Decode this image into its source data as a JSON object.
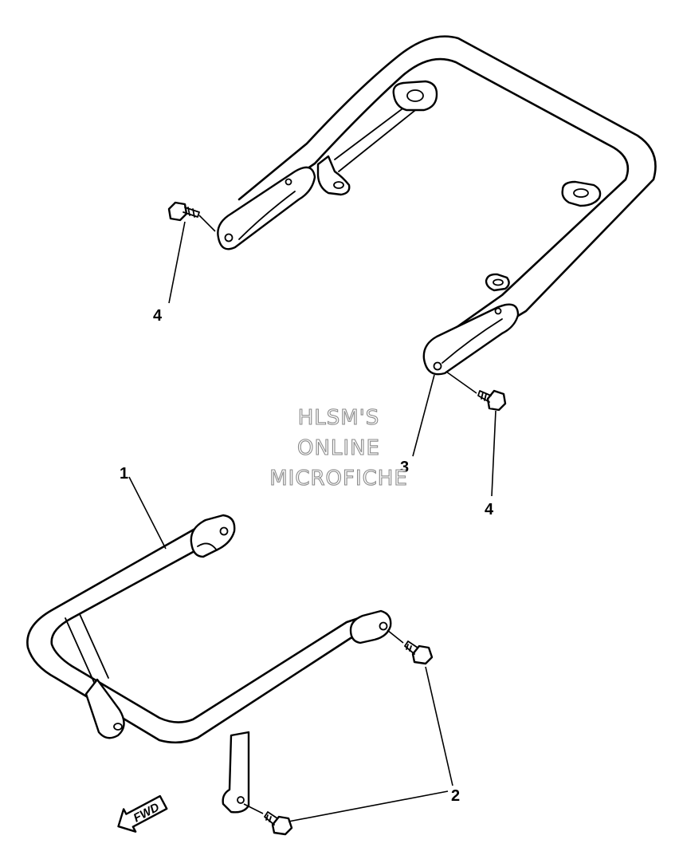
{
  "callouts": {
    "part1": "1",
    "part2": "2",
    "part3": "3",
    "part4_upper": "4",
    "part4_lower": "4"
  },
  "watermark": {
    "line1": "HLSM'S",
    "line2": "ONLINE",
    "line3": "MICROFICHE"
  },
  "direction_arrow": {
    "label": "FWD"
  },
  "colors": {
    "ink": "#000000",
    "background": "#ffffff",
    "watermark_outline": "#8a8a8a"
  }
}
